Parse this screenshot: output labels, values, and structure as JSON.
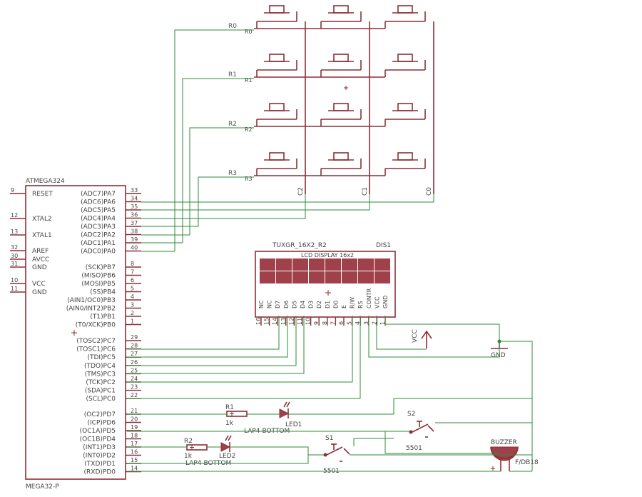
{
  "mcu": {
    "name": "ATMEGA324",
    "value": "MEGA32-P",
    "left_pins": [
      {
        "num": "9",
        "label": "RESET"
      },
      {
        "num": "12",
        "label": "XTAL2"
      },
      {
        "num": "13",
        "label": "XTAL1"
      },
      {
        "num": "32",
        "label": "AREF"
      },
      {
        "num": "30",
        "label": "AVCC"
      },
      {
        "num": "31",
        "label": "GND"
      },
      {
        "num": "10",
        "label": "VCC"
      },
      {
        "num": "11",
        "label": "GND"
      }
    ],
    "right_pins": [
      {
        "num": "33",
        "label": "(ADC7)PA7"
      },
      {
        "num": "34",
        "label": "(ADC6)PA6"
      },
      {
        "num": "35",
        "label": "(ADC5)PA5"
      },
      {
        "num": "36",
        "label": "(ADC4)PA4"
      },
      {
        "num": "37",
        "label": "(ADC3)PA3"
      },
      {
        "num": "38",
        "label": "(ADC2)PA2"
      },
      {
        "num": "39",
        "label": "(ADC1)PA1"
      },
      {
        "num": "40",
        "label": "(ADC0)PA0"
      },
      {
        "num": "8",
        "label": "(SCK)PB7"
      },
      {
        "num": "7",
        "label": "(MISO)PB6"
      },
      {
        "num": "6",
        "label": "(MOSI)PB5"
      },
      {
        "num": "5",
        "label": "(SS)PB4"
      },
      {
        "num": "4",
        "label": "(AIN1/OC0)PB3"
      },
      {
        "num": "3",
        "label": "(AIN0/INT2)PB2"
      },
      {
        "num": "2",
        "label": "(T1)PB1"
      },
      {
        "num": "1",
        "label": "(T0/XCK)PB0"
      },
      {
        "num": "29",
        "label": "(TOSC2)PC7"
      },
      {
        "num": "28",
        "label": "(TOSC1)PC6"
      },
      {
        "num": "27",
        "label": "(TDI)PC5"
      },
      {
        "num": "26",
        "label": "(TDO)PC4"
      },
      {
        "num": "25",
        "label": "(TMS)PC3"
      },
      {
        "num": "24",
        "label": "(TCK)PC2"
      },
      {
        "num": "23",
        "label": "(SDA)PC1"
      },
      {
        "num": "22",
        "label": "(SCL)PC0"
      },
      {
        "num": "21",
        "label": "(OC2)PD7"
      },
      {
        "num": "20",
        "label": "(ICP)PD6"
      },
      {
        "num": "19",
        "label": "(OC1A)PD5"
      },
      {
        "num": "18",
        "label": "(OC1B)PD4"
      },
      {
        "num": "17",
        "label": "(INT1)PD3"
      },
      {
        "num": "16",
        "label": "(INT0)PD2"
      },
      {
        "num": "15",
        "label": "(TXD)PD1"
      },
      {
        "num": "14",
        "label": "(RXD)PD0"
      }
    ]
  },
  "keypad": {
    "rows": [
      "R0",
      "R1",
      "R2",
      "R3"
    ],
    "cols": [
      "C2",
      "C1",
      "C0"
    ]
  },
  "lcd": {
    "name": "TUXGR_16X2_R2",
    "ref": "DIS1",
    "title": "LCD DISPLAY 16x2",
    "pin_labels": [
      "NC",
      "NC",
      "D7",
      "D6",
      "D5",
      "D4",
      "D3",
      "D2",
      "D1",
      "D0",
      "E",
      "R/W",
      "RS",
      "CONTR",
      "VCC",
      "GND"
    ],
    "pin_nums": [
      "16",
      "15",
      "14",
      "13",
      "12",
      "11",
      "10",
      "9",
      "8",
      "7",
      "6",
      "5",
      "4",
      "3",
      "2",
      "1"
    ]
  },
  "power": {
    "vcc": "VCC",
    "gnd": "GND"
  },
  "parts": {
    "r1": {
      "ref": "R1",
      "value": "1k"
    },
    "r2": {
      "ref": "R2",
      "value": "1k"
    },
    "led1": {
      "ref": "LED1",
      "value": "LAP4-BOTTOM"
    },
    "led2": {
      "ref": "LED2",
      "value": "LAP4-BOTTOM"
    },
    "s1": {
      "ref": "S1",
      "value": "5501"
    },
    "s2": {
      "ref": "S2",
      "value": "5501"
    },
    "buzzer": {
      "ref": "BUZZER",
      "value": "F/DB18"
    }
  },
  "colors": {
    "symbol": "#8b2f36",
    "wire": "#2e8b3a",
    "lcd_screen": "#a0404a"
  }
}
